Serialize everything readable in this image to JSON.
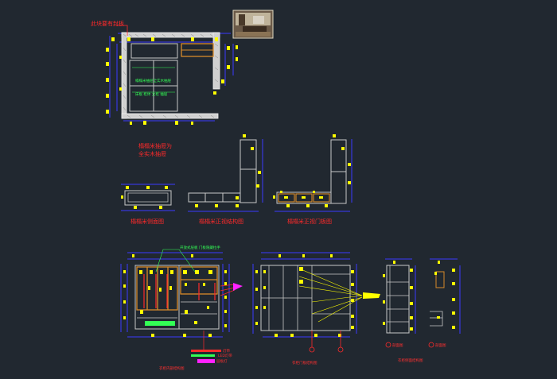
{
  "drawing": {
    "plan_note": "此块要有封板",
    "cabinet_note_line1": "榻榻米抽屉为",
    "cabinet_note_line2": "全实木抽屉",
    "view_labels": {
      "side_section": "榻榻米侧面图",
      "front_structure": "榻榻米正视结构图",
      "front_door": "榻榻米正视门板图"
    },
    "plan_inner_notes": [
      "榻榻米抽屉全实木抽屉",
      "床板 柜体 立柜 抽屉"
    ],
    "wardrobe_note": "开放式层板  门板隐藏拉手",
    "elevation_labels": {
      "wardrobe_inner": "衣柜内部结构图",
      "wardrobe_front": "衣柜门板结构图",
      "wardrobe_side": "衣柜侧面结构图"
    },
    "legend_items": [
      "灯带",
      "LED灯带",
      "层板灯"
    ],
    "section_mark": "剖面图"
  },
  "colors": {
    "background": "#212830",
    "line": "#c8c8c8",
    "dimension": "#3a3aff",
    "tick": "#ffff00",
    "accent_red": "#ff2a2a",
    "accent_orange": "#d88a2a",
    "accent_green": "#33ff55",
    "accent_magenta": "#ff22ff"
  }
}
